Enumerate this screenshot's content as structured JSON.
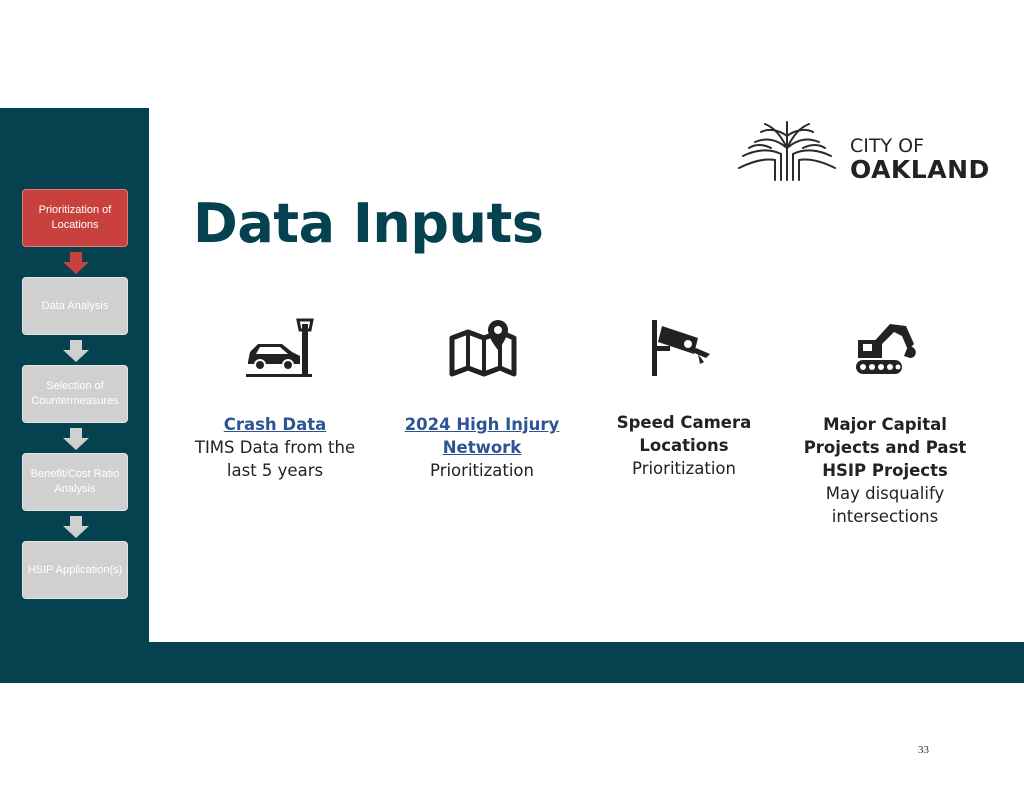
{
  "header": {
    "title": "Data Inputs"
  },
  "logo": {
    "line1": "CITY OF",
    "line2": "OAKLAND"
  },
  "process_steps": [
    {
      "label": "Prioritization of Locations",
      "active": true
    },
    {
      "label": "Data Analysis",
      "active": false
    },
    {
      "label": "Selection of Countermeasures",
      "active": false
    },
    {
      "label": "Benefit/Cost Ratio Analysis",
      "active": false
    },
    {
      "label": "HSIP Application(s)",
      "active": false
    }
  ],
  "inputs": [
    {
      "icon": "car-crash-icon",
      "heading": "Crash Data",
      "is_link": true,
      "body": "TIMS Data from the last 5 years"
    },
    {
      "icon": "map-pin-icon",
      "heading": "2024 High Injury Network",
      "is_link": true,
      "body": "Prioritization"
    },
    {
      "icon": "speed-camera-icon",
      "heading": "Speed Camera Locations",
      "is_link": false,
      "body": "Prioritization"
    },
    {
      "icon": "excavator-icon",
      "heading": "Major Capital Projects and Past HSIP Projects",
      "is_link": false,
      "body": "May disqualify intersections"
    }
  ],
  "colors": {
    "brand_teal": "#06414f",
    "active_step": "#c8413f",
    "inactive_step": "#d0d0d0",
    "link": "#2f5496"
  },
  "footer": {
    "page_number": "33"
  }
}
